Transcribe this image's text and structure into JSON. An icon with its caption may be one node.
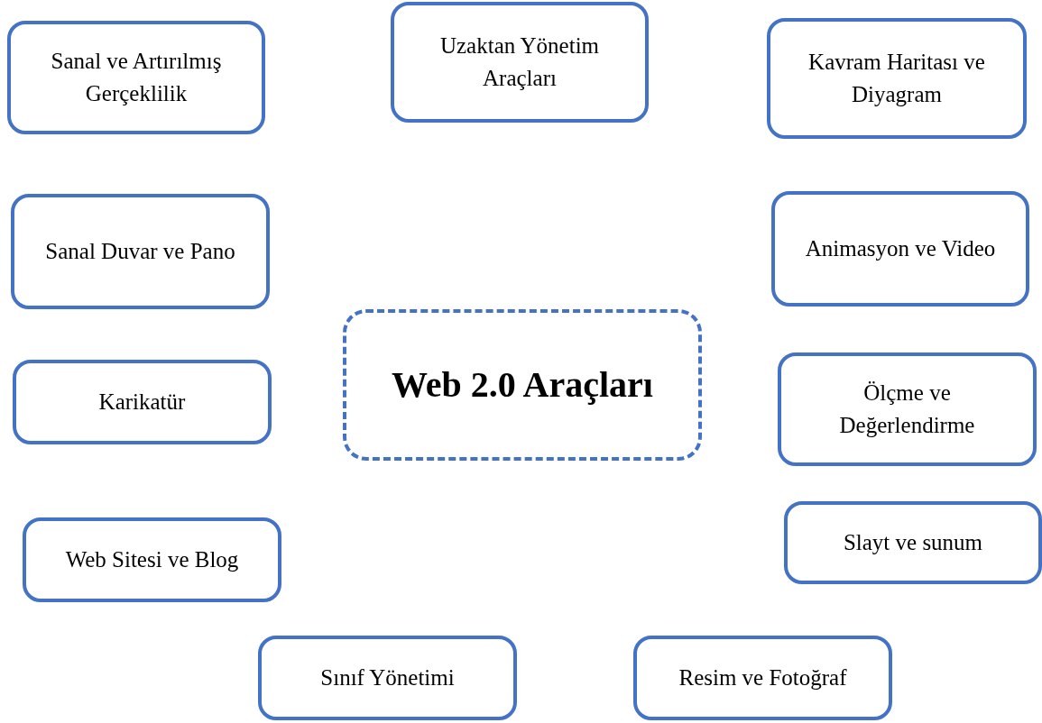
{
  "diagram": {
    "nodes": [
      {
        "text": [
          "Sanal ve Artırılmış Gerçeklilik"
        ]
      },
      {
        "text": [
          "Uzaktan Yönetim Araçları"
        ]
      },
      {
        "text": [
          "Kavram Haritası ve Diyagram"
        ]
      },
      {
        "text": [
          "Sanal Duvar ve Pano"
        ]
      },
      {
        "text": [
          "Animasyon ve Video"
        ]
      },
      {
        "text": [
          "Web 2.0 Araçları"
        ]
      },
      {
        "text": [
          "Karikatür"
        ]
      },
      {
        "text": [
          "Ölçme ve Değerlendirme"
        ]
      },
      {
        "text": [
          "Web Sitesi ve Blog"
        ]
      },
      {
        "text": [
          "Slayt ve sunum"
        ]
      },
      {
        "text": [
          "Sınıf Yönetimi"
        ]
      },
      {
        "text": [
          "Resim ve Fotoğraf"
        ]
      }
    ],
    "edges": []
  }
}
